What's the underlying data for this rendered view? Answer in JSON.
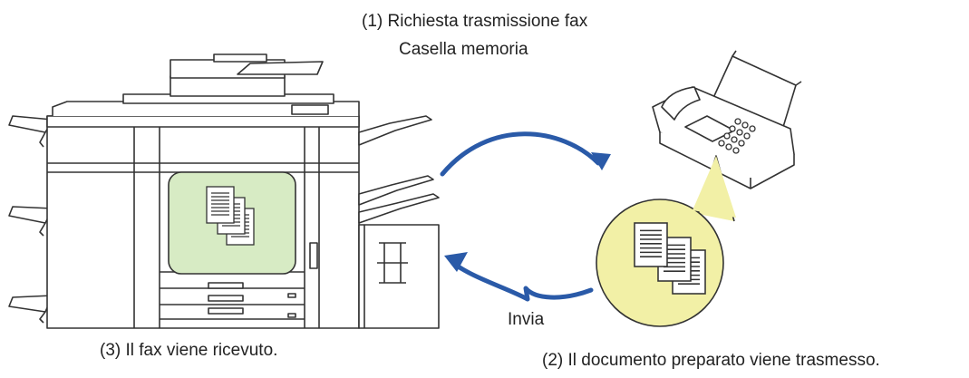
{
  "labels": {
    "step1_line1": "(1) Richiesta trasmissione fax",
    "step1_line2": "Casella memoria",
    "send": "Invia",
    "step3": "(3) Il fax viene ricevuto.",
    "step2": "(2) Il documento preparato viene trasmesso."
  },
  "colors": {
    "arrow": "#2a5aa8",
    "memory_box": "#d7ebc4",
    "document_circle": "#f2f0a6",
    "line": "#333333"
  }
}
